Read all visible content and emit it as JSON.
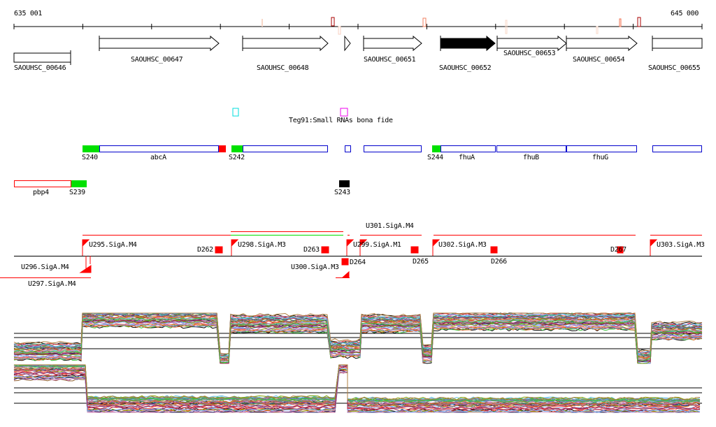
{
  "ruler": {
    "start_label": "635 001",
    "end_label": "645 000",
    "start": 635001,
    "end": 645000
  },
  "genes": [
    {
      "id": "SAOUHSC_00646"
    },
    {
      "id": "SAOUHSC_00647"
    },
    {
      "id": "SAOUHSC_00648"
    },
    {
      "id": "SAOUHSC_00651"
    },
    {
      "id": "SAOUHSC_00652"
    },
    {
      "id": "SAOUHSC_00653"
    },
    {
      "id": "SAOUHSC_00654"
    },
    {
      "id": "SAOUHSC_00655"
    }
  ],
  "srna": {
    "label": "Teg91:Small RNAs bona fide"
  },
  "features": {
    "S240": "S240",
    "abcA": "abcA",
    "S242": "S242",
    "S244": "S244",
    "fhuA": "fhuA",
    "fhuB": "fhuB",
    "fhuG": "fhuG",
    "pbp4": "pbp4",
    "S239": "S239",
    "S243": "S243"
  },
  "transcripts": {
    "U295": "U295.SigA.M4",
    "D262": "D262",
    "U298": "U298.SigA.M3",
    "D263": "D263",
    "U299": "U299.SigA.M1",
    "U301": "U301.SigA.M4",
    "D265": "D265",
    "U302": "U302.SigA.M3",
    "D266": "D266",
    "D267": "D267",
    "U303": "U303.SigA.M3",
    "U296": "U296.SigA.M4",
    "U297": "U297.SigA.M4",
    "U300": "U300.SigA.M3",
    "D264": "D264"
  },
  "expression_tracks": [
    {
      "name": "top",
      "segments": [
        [
          635001,
          635997,
          0.25
        ],
        [
          635997,
          637999,
          0.9
        ],
        [
          637999,
          638150,
          0.05
        ],
        [
          638150,
          639604,
          0.8
        ],
        [
          639604,
          640051,
          0.3
        ],
        [
          640051,
          640945,
          0.8
        ],
        [
          640945,
          641098,
          0.2
        ],
        [
          641098,
          644065,
          0.85
        ],
        [
          644065,
          644268,
          0.1
        ],
        [
          644268,
          645000,
          0.65
        ]
      ]
    },
    {
      "name": "bottom",
      "segments": [
        [
          635001,
          636068,
          0.85
        ],
        [
          636068,
          639726,
          0.15
        ],
        [
          639726,
          639848,
          1.0
        ],
        [
          639848,
          645000,
          0.12
        ]
      ]
    }
  ],
  "colors": {
    "gene_fill": "#ffffff",
    "gene_selected": "#000000",
    "feature_blue": "#0000cc",
    "sigma_green": "#00e000",
    "terminator_red": "#ff0000"
  }
}
